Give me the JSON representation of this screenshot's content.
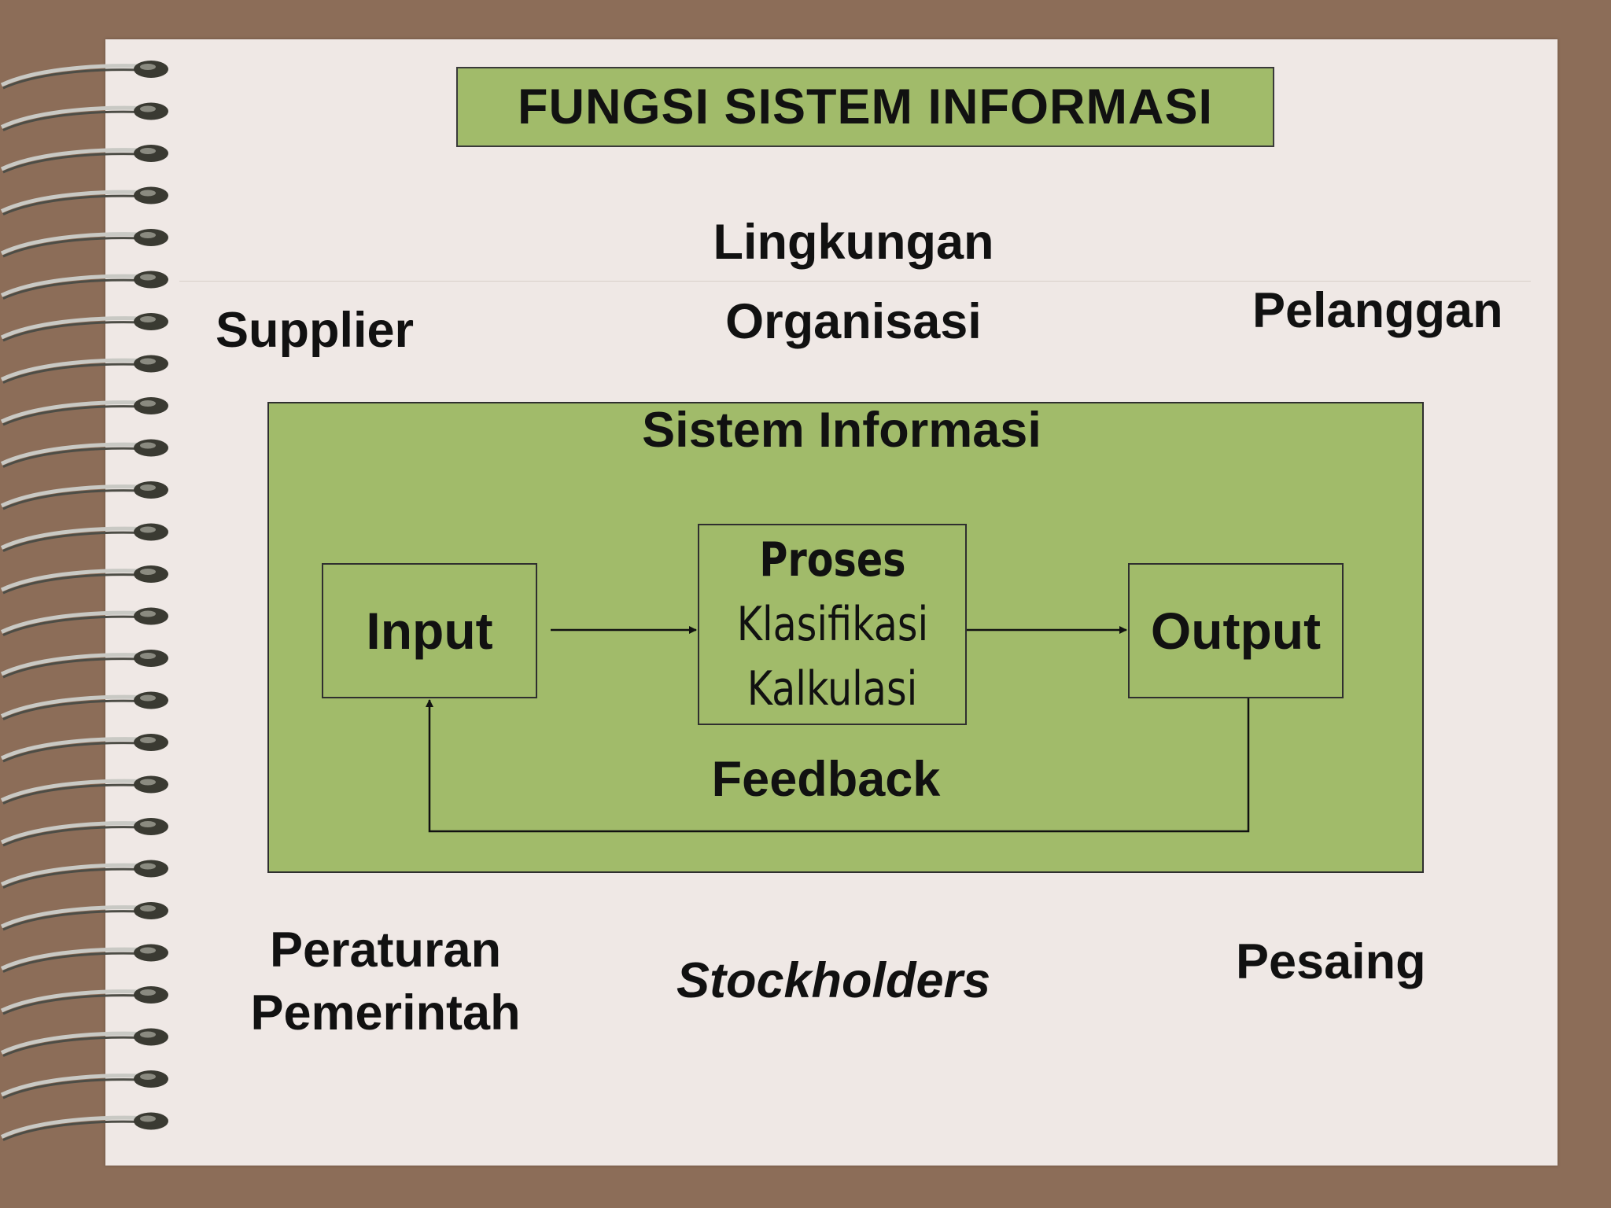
{
  "title": "FUNGSI SISTEM INFORMASI",
  "environment": {
    "lingkungan": "Lingkungan",
    "organisasi": "Organisasi",
    "supplier": "Supplier",
    "pelanggan": "Pelanggan",
    "peraturan_line1": "Peraturan",
    "peraturan_line2": "Pemerintah",
    "stockholders": "Stockholders",
    "pesaing": "Pesaing"
  },
  "system": {
    "title": "Sistem Informasi",
    "input": "Input",
    "proses_title": "Proses",
    "proses_item1": "Klasifikasi",
    "proses_item2": "Kalkulasi",
    "output": "Output",
    "feedback": "Feedback"
  },
  "colors": {
    "background": "#8c6d58",
    "paper": "#efe8e5",
    "box_fill": "#a1bb6a",
    "text": "#111111"
  },
  "icons": [
    "spiral-binding-icon"
  ]
}
